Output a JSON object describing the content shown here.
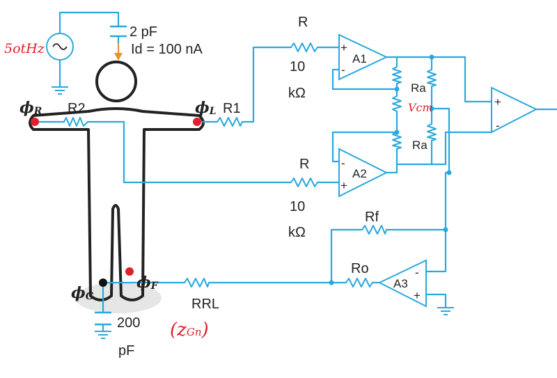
{
  "source": {
    "cap_label": "2 pF",
    "current_label": "Id = 100 nA",
    "note": "5otHz"
  },
  "electrodes": {
    "right": {
      "phi": "ϕ",
      "sub": "R",
      "resistor": "R2"
    },
    "left": {
      "phi": "ϕ",
      "sub": "L",
      "resistor": "R1"
    },
    "foot": {
      "phi": "ϕ",
      "sub": "F",
      "resistor": "RRL",
      "note": "(z",
      "note_sub": "Gn",
      "note_close": ")"
    },
    "ground_electrode": {
      "phi": "ϕ",
      "sub": "G"
    },
    "ground_cap": {
      "value": "200",
      "unit": "pF"
    }
  },
  "amplifier": {
    "input_top": {
      "name": "R",
      "value": "10",
      "unit": "kΩ"
    },
    "input_bottom": {
      "name": "R",
      "value": "10",
      "unit": "kΩ"
    },
    "A1": {
      "label": "A1",
      "plus": "+",
      "minus": "-"
    },
    "A2": {
      "label": "A2",
      "plus": "+",
      "minus": "-"
    },
    "A3": {
      "label": "A3",
      "plus": "+",
      "minus": "-"
    },
    "diff": {
      "plus": "+",
      "minus": "-"
    },
    "Ra_top": "Ra",
    "Ra_bottom": "Ra",
    "Rf": "Rf",
    "Ro": "Ro",
    "vcm_note": "Vcm"
  },
  "colors": {
    "wire": "#29a8dd",
    "body": "#222222",
    "electrode": "#e0202a",
    "ink": "#e0202a",
    "current_arrow": "#e8922a"
  }
}
